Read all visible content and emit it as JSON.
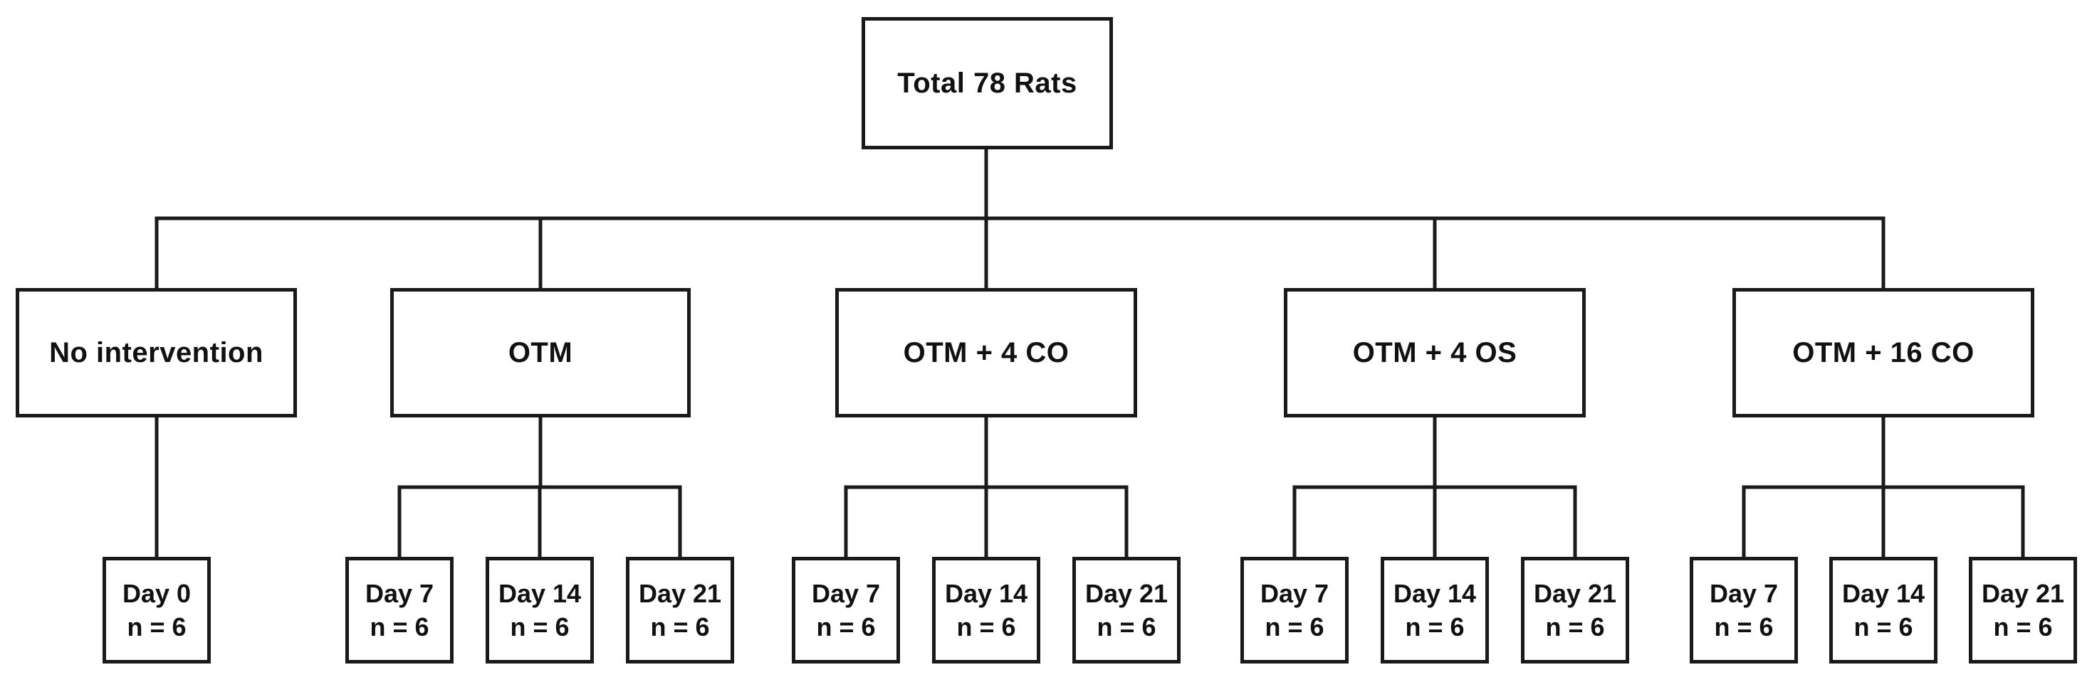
{
  "figure": {
    "background_color": "#ffffff",
    "line_color": "#1a1a1a",
    "text_color": "#111111",
    "root": {
      "label": "Total 78 Rats"
    },
    "branches": [
      {
        "label": "No intervention",
        "children": [
          {
            "line1": "Day 0",
            "line2": "n = 6"
          }
        ]
      },
      {
        "label": "OTM",
        "children": [
          {
            "line1": "Day 7",
            "line2": "n = 6"
          },
          {
            "line1": "Day 14",
            "line2": "n = 6"
          },
          {
            "line1": "Day 21",
            "line2": "n = 6"
          }
        ]
      },
      {
        "label": "OTM + 4 CO",
        "children": [
          {
            "line1": "Day 7",
            "line2": "n = 6"
          },
          {
            "line1": "Day 14",
            "line2": "n = 6"
          },
          {
            "line1": "Day 21",
            "line2": "n = 6"
          }
        ]
      },
      {
        "label": "OTM + 4 OS",
        "children": [
          {
            "line1": "Day 7",
            "line2": "n = 6"
          },
          {
            "line1": "Day 14",
            "line2": "n = 6"
          },
          {
            "line1": "Day 21",
            "line2": "n = 6"
          }
        ]
      },
      {
        "label": "OTM + 16 CO",
        "children": [
          {
            "line1": "Day 7",
            "line2": "n = 6"
          },
          {
            "line1": "Day 14",
            "line2": "n = 6"
          },
          {
            "line1": "Day 21",
            "line2": "n = 6"
          }
        ]
      }
    ]
  }
}
